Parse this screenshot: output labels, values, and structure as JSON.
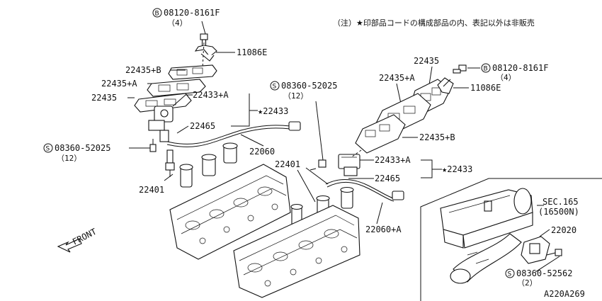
{
  "note": "（注）★印部品コードの構成部品の内、表記以外は非販売",
  "diagram_id": "A220A269",
  "front_label": "FRONT",
  "callouts": {
    "bolt_top_left": {
      "prefix": "B",
      "code": "08120-8161F",
      "qty": "（4）"
    },
    "bolt_top_right": {
      "prefix": "B",
      "code": "08120-8161F",
      "qty": "（4）"
    },
    "screw_left": {
      "prefix": "S",
      "code": "08360-52025",
      "qty": "（12）"
    },
    "screw_mid": {
      "prefix": "S",
      "code": "08360-52025",
      "qty": "（12）"
    },
    "screw_bottom": {
      "prefix": "S",
      "code": "08360-52562",
      "qty": "（2）"
    }
  },
  "labels": {
    "bracket_left": "11086E",
    "bracket_right": "11086E",
    "gasket_b_left": "22435+B",
    "gasket_a_left": "22435+A",
    "plate_left": "22435",
    "coil_a_left": "22433+A",
    "star_left": "22433",
    "harness_left": "22465",
    "cord_left": "22060",
    "plug_left": "22401",
    "plate_right": "22435",
    "gasket_a_right": "22435+A",
    "gasket_b_right": "22435+B",
    "plug_mid": "22401",
    "coil_a_right": "22433+A",
    "star_right": "22433",
    "harness_right": "22465",
    "cord_right": "22060+A",
    "sec_ref": "SEC.165",
    "sec_sub": "(16500N)",
    "sensor": "22020"
  }
}
